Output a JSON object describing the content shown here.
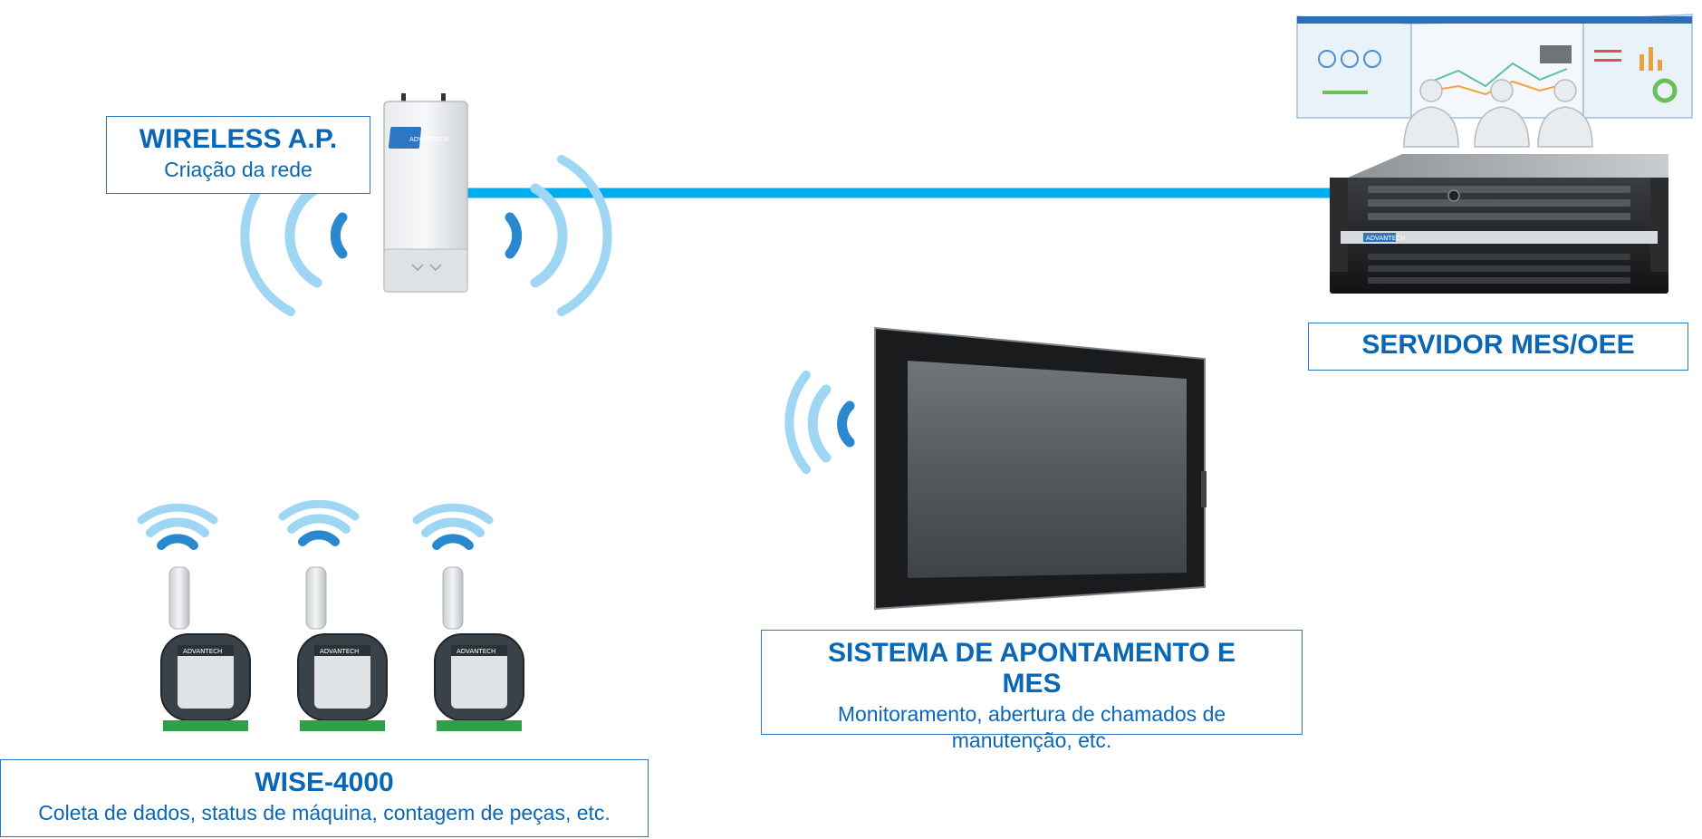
{
  "colors": {
    "accent_blue": "#0a67b5",
    "link_line": "#00aeef",
    "wave_light": "#9fd6f4",
    "wave_dark": "#2a88cf"
  },
  "nodes": {
    "wireless_ap": {
      "title": "WIRELESS A.P.",
      "subtitle": "Criação da rede",
      "device_icon": "access-point-icon"
    },
    "server": {
      "title": "SERVIDOR MES/OEE",
      "device_icon": "rack-server-icon",
      "dashboard_icon": "monitoring-dashboard-icon"
    },
    "panel": {
      "title": "SISTEMA DE APONTAMENTO E MES",
      "subtitle": "Monitoramento, abertura de chamados de manutenção, etc.",
      "device_icon": "panel-pc-icon"
    },
    "wise": {
      "title": "WISE-4000",
      "subtitle": "Coleta de dados, status de máquina, contagem de peças, etc.",
      "device_icon": "io-module-icon",
      "device_count": 3
    }
  },
  "brand": {
    "logo_text": "ADVANTECH"
  },
  "links": [
    {
      "from": "wireless_ap",
      "to": "server",
      "type": "wired"
    }
  ]
}
